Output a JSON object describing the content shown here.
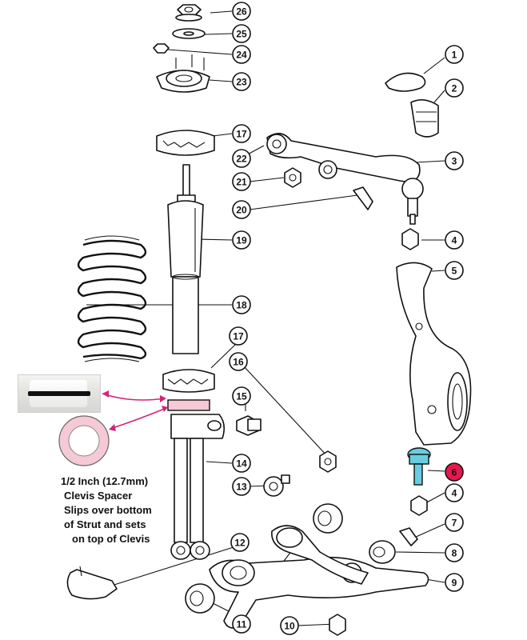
{
  "callouts": [
    {
      "id": "c1",
      "label": "1"
    },
    {
      "id": "c2",
      "label": "2"
    },
    {
      "id": "c3",
      "label": "3"
    },
    {
      "id": "c4a",
      "label": "4"
    },
    {
      "id": "c5",
      "label": "5"
    },
    {
      "id": "c6",
      "label": "6"
    },
    {
      "id": "c4b",
      "label": "4"
    },
    {
      "id": "c7",
      "label": "7"
    },
    {
      "id": "c8",
      "label": "8"
    },
    {
      "id": "c9",
      "label": "9"
    },
    {
      "id": "c10",
      "label": "10"
    },
    {
      "id": "c11",
      "label": "11"
    },
    {
      "id": "c12",
      "label": "12"
    },
    {
      "id": "c13",
      "label": "13"
    },
    {
      "id": "c14",
      "label": "14"
    },
    {
      "id": "c15",
      "label": "15"
    },
    {
      "id": "c16",
      "label": "16"
    },
    {
      "id": "c17a",
      "label": "17"
    },
    {
      "id": "c17b",
      "label": "17"
    },
    {
      "id": "c18",
      "label": "18"
    },
    {
      "id": "c19",
      "label": "19"
    },
    {
      "id": "c20",
      "label": "20"
    },
    {
      "id": "c21",
      "label": "21"
    },
    {
      "id": "c22",
      "label": "22"
    },
    {
      "id": "c23",
      "label": "23"
    },
    {
      "id": "c24",
      "label": "24"
    },
    {
      "id": "c25",
      "label": "25"
    },
    {
      "id": "c26",
      "label": "26"
    }
  ],
  "note": {
    "line1": "1/2 Inch (12.7mm)",
    "line2": "Clevis Spacer",
    "line3": "Slips over bottom",
    "line4": "of Strut and sets",
    "line5": "on top of Clevis"
  },
  "colors": {
    "arrow": "#d4237a",
    "spacer_fill": "#f6c9d6",
    "highlight_6_fill": "#e8174f",
    "highlight_ball_stud": "#68cde0",
    "ink": "#111111"
  }
}
